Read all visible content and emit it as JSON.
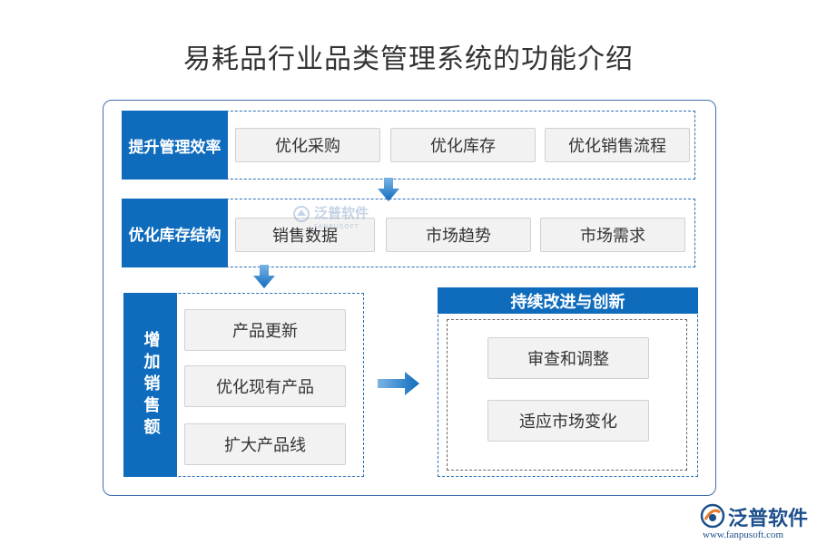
{
  "title": "易耗品行业品类管理系统的功能介绍",
  "sections": {
    "efficiency": {
      "label": "提升管理效率",
      "items": [
        "优化采购",
        "优化库存",
        "优化销售流程"
      ]
    },
    "inventory": {
      "label": "优化库存结构",
      "items": [
        "销售数据",
        "市场趋势",
        "市场需求"
      ]
    },
    "sales": {
      "label": "增加销售额",
      "items": [
        "产品更新",
        "优化现有产品",
        "扩大产品线"
      ]
    },
    "innovation": {
      "label": "持续改进与创新",
      "items": [
        "审查和调整",
        "适应市场变化"
      ]
    }
  },
  "watermark": {
    "name": "泛普软件",
    "sub": "FANPUSOFT"
  },
  "logo": {
    "name": "泛普软件",
    "url": "www.fanpusoft.com"
  },
  "colors": {
    "accent": "#0f6cbd",
    "frame": "#3f6fae",
    "item_bg": "#f2f2f2"
  }
}
